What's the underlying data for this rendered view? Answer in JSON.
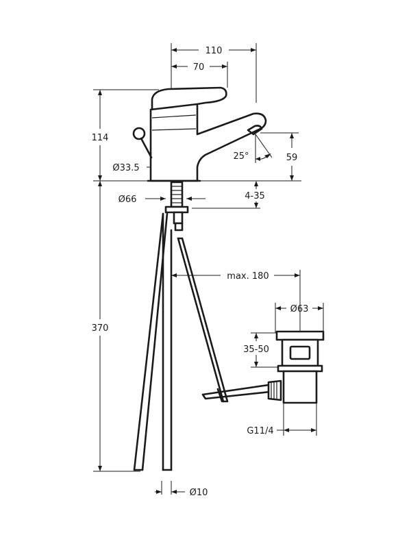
{
  "dimensions": {
    "width_total": "110",
    "width_spout": "70",
    "height_tap": "114",
    "height_spout": "59",
    "angle": "25°",
    "dia_top": "Ø33.5",
    "dia_base": "Ø66",
    "adjust_range": "4-35",
    "max_reach": "max. 180",
    "dia_waste": "Ø63",
    "waste_height": "35-50",
    "length_hoses": "370",
    "thread": "G11/4",
    "dia_rod": "Ø10"
  }
}
